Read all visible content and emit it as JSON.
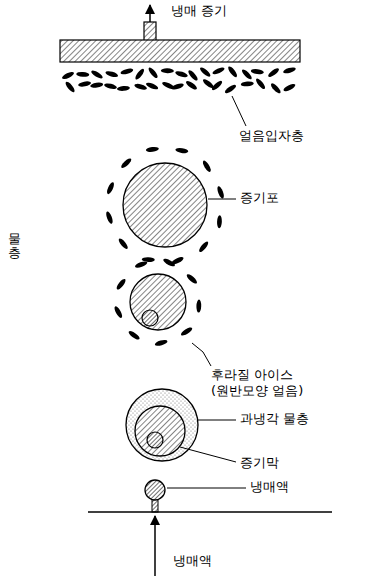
{
  "diagram": {
    "labels": [
      "냉매 증기",
      "얼음입자층",
      "물층",
      "증기포",
      "후라질 아이스 (원반모양 얼음)",
      "과냉각 물층",
      "증기막",
      "냉매액",
      "냉매액"
    ]
  }
}
